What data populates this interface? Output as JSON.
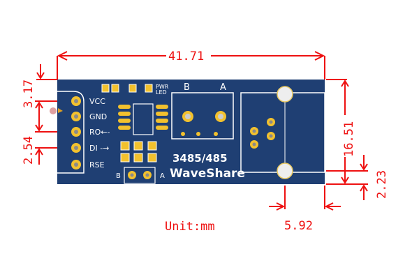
{
  "diagram": {
    "title": "RS485 board dimension drawing",
    "unit_label": "Unit:mm",
    "colors": {
      "board": "#1f3f73",
      "pad": "#f2c12e",
      "silkscreen": "#ffffff",
      "dimension": "#ee1111"
    },
    "dimensions": {
      "overall_width": "41.71",
      "top_to_first_pin": "3.17",
      "pin_pitch": "2.54",
      "board_height": "16.51",
      "hole_to_bottom": "2.23",
      "hole_to_right": "5.92"
    },
    "board": {
      "pins": [
        "VCC",
        "GND",
        "RO←-",
        "DI -→",
        "RSE"
      ],
      "pwr_led_label_1": "PWR",
      "pwr_led_label_2": "LED",
      "terminal_b": "B",
      "terminal_a": "A",
      "bottom_b": "B",
      "bottom_a": "A",
      "model_label": "3485/485",
      "brand_label": "WaveShare"
    }
  }
}
